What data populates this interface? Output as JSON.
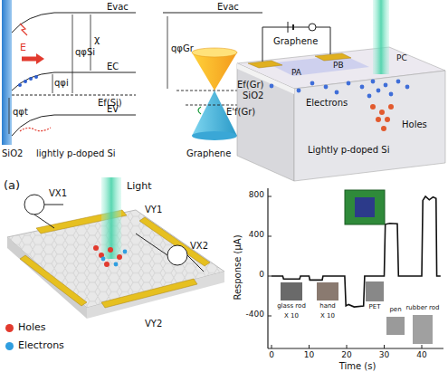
{
  "diagram": {
    "labels": [
      "E",
      "Evac",
      "χ",
      "qφSi",
      "EC",
      "qφi",
      "Ef(Si)",
      "EV",
      "qφt",
      "SiO2",
      "lightly p-doped Si",
      "Evac",
      "qφGr",
      "Ef(Gr)",
      "E'f(Gr)",
      "Graphene",
      "Graphene",
      "PA",
      "PB",
      "PC",
      "SiO2",
      "Electrons",
      "Holes",
      "Lightly p-doped Si",
      "(a)",
      "Light",
      "VX1",
      "VY1",
      "VX2",
      "VY2",
      "800",
      "400",
      "0",
      "-400",
      "Response (μA)",
      "0",
      "10",
      "20",
      "30",
      "40",
      "Time (s)",
      "glass rod",
      "hand",
      "PET",
      "pen",
      "rubber rod",
      "X 10",
      "X 10"
    ],
    "legend": [
      {
        "text": "Holes",
        "color": "#e23a2e"
      },
      {
        "text": "Electrons",
        "color": "#2f9ee0"
      }
    ]
  }
}
